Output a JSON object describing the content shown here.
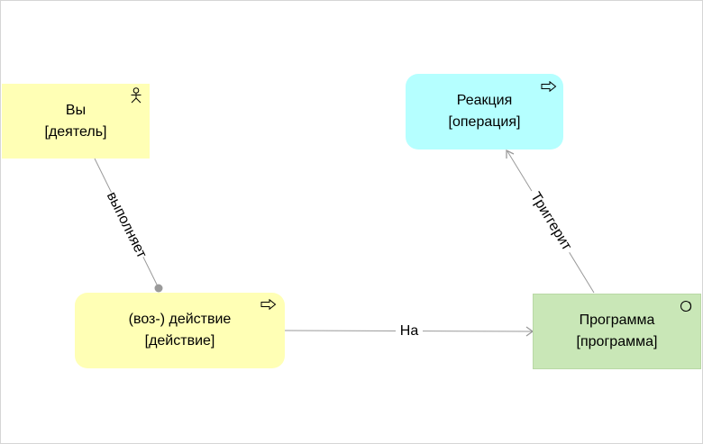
{
  "nodes": {
    "you": {
      "name": "Вы",
      "type": "[деятель]",
      "icon": "actor-icon",
      "fill": "#ffffb5"
    },
    "reaction": {
      "name": "Реакция",
      "type": "[операция]",
      "icon": "event-arrow-icon",
      "fill": "#b5ffff"
    },
    "action": {
      "name": "(воз-) действие",
      "type": "[действие]",
      "icon": "event-arrow-icon",
      "fill": "#ffffb5"
    },
    "program": {
      "name": "Программа",
      "type": "[программа]",
      "icon": "service-icon",
      "fill": "#c9e7b7"
    }
  },
  "edges": {
    "performs": {
      "label": "выполняет",
      "from": "you",
      "to": "action"
    },
    "on": {
      "label": "На",
      "from": "action",
      "to": "program"
    },
    "triggers": {
      "label": "Триггерит",
      "from": "program",
      "to": "reaction"
    }
  },
  "colors": {
    "edge": "#9a9a9a",
    "label_bg": "#ffffff"
  }
}
